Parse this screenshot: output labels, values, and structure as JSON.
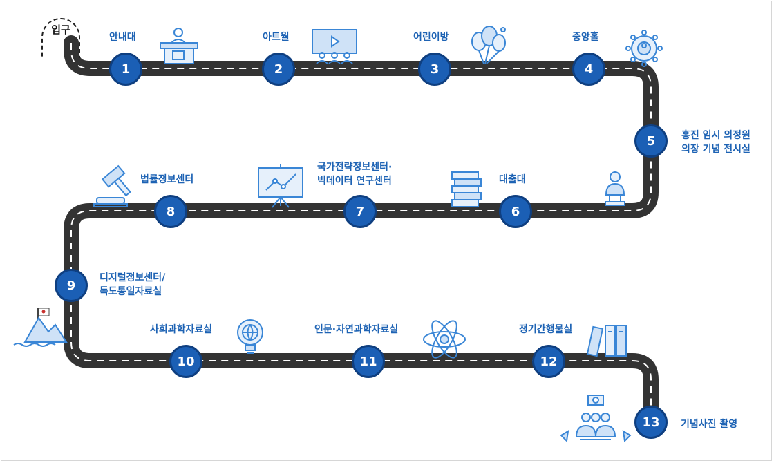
{
  "entrance": "입구",
  "stops": [
    {
      "num": "1",
      "label": "안내대",
      "icon": "reception-desk-icon"
    },
    {
      "num": "2",
      "label": "아트월",
      "icon": "art-wall-screen-icon"
    },
    {
      "num": "3",
      "label": "어린이방",
      "icon": "balloons-icon"
    },
    {
      "num": "4",
      "label": "중앙홀",
      "icon": "central-hall-icon"
    },
    {
      "num": "5",
      "label": "홍진 임시 의정원\n의장 기념 전시실",
      "icon": "bust-statue-icon"
    },
    {
      "num": "6",
      "label": "대출대",
      "icon": "book-stack-icon"
    },
    {
      "num": "7",
      "label": "국가전략정보센터·\n빅데이터 연구센터",
      "icon": "presentation-board-icon"
    },
    {
      "num": "8",
      "label": "법률정보센터",
      "icon": "gavel-icon"
    },
    {
      "num": "9",
      "label": "디지털정보센터/\n독도통일자료실",
      "icon": "dokdo-island-flag-icon"
    },
    {
      "num": "10",
      "label": "사회과학자료실",
      "icon": "globe-bulb-icon"
    },
    {
      "num": "11",
      "label": "인문·자연과학자료실",
      "icon": "atom-icon"
    },
    {
      "num": "12",
      "label": "정기간행물실",
      "icon": "binders-icon"
    },
    {
      "num": "13",
      "label": "기념사진 촬영",
      "icon": "group-photo-icon"
    }
  ],
  "colors": {
    "road": "#333333",
    "node": "#1b5fb5",
    "label": "#1e63b4",
    "icon": "#3a86d6"
  }
}
